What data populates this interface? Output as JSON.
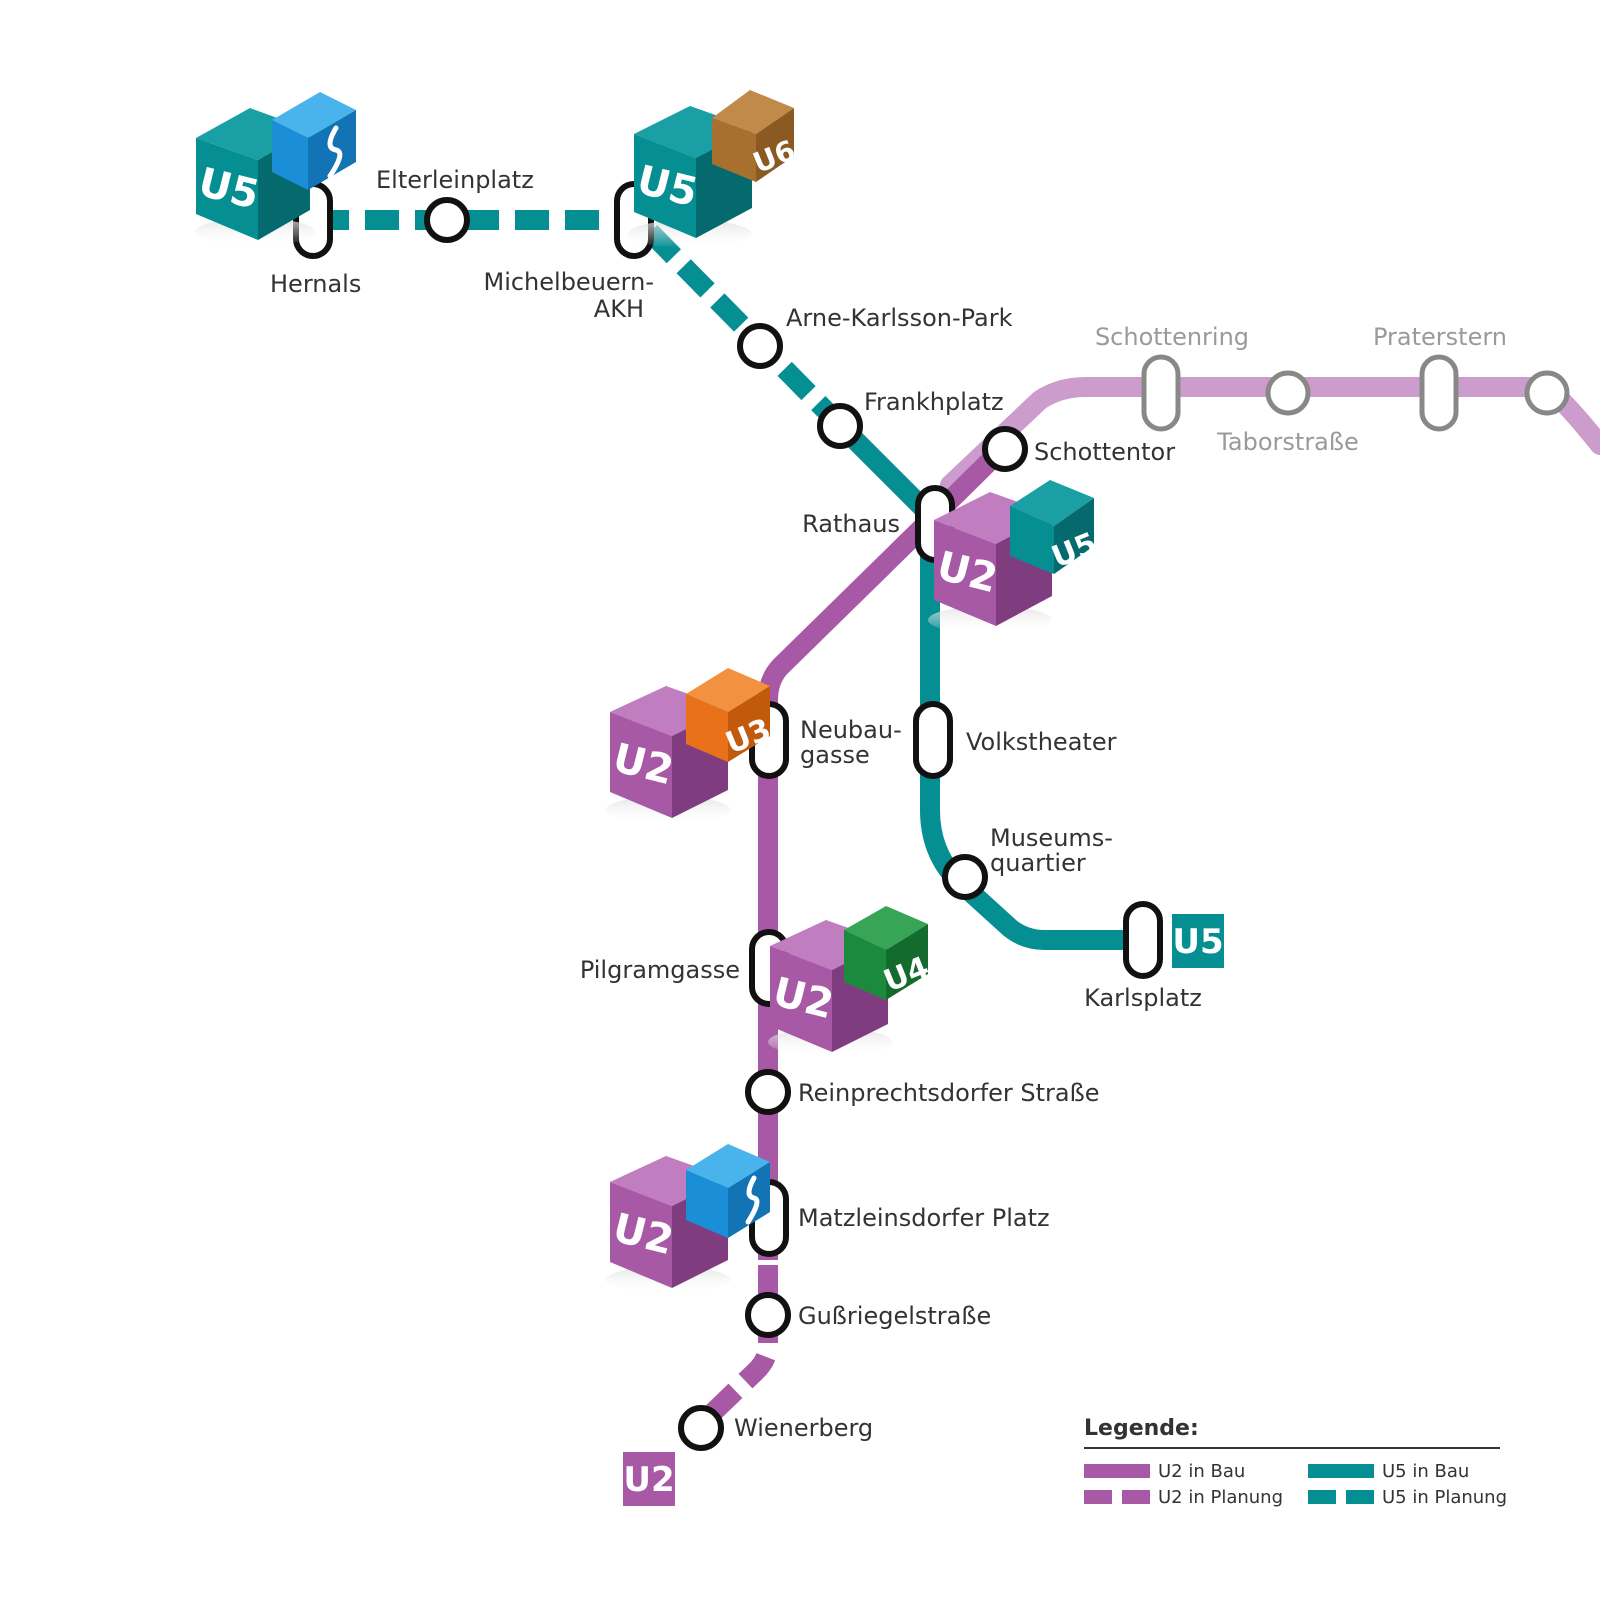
{
  "colors": {
    "u2": "#a759a6",
    "u2_existing": "#cc9ccc",
    "u5": "#068f93",
    "u3": "#e8711a",
    "u4": "#1b8a3c",
    "u6": "#a8702f",
    "sbahn": "#1a8fd8",
    "station_ring": "#111111",
    "existing_ring": "#888888"
  },
  "lines": {
    "u5_badge": "U5",
    "u2_badge": "U2",
    "u3_badge": "U3",
    "u4_badge": "U4",
    "u6_badge": "U6"
  },
  "stations": {
    "hernals": "Hernals",
    "elterleinplatz": "Elterleinplatz",
    "michelbeuern_1": "Michelbeuern-",
    "michelbeuern_2": "AKH",
    "arne_karlsson_park": "Arne-Karlsson-Park",
    "frankhplatz": "Frankhplatz",
    "schottentor": "Schottentor",
    "schottenring": "Schottenring",
    "taborstrasse": "Taborstraße",
    "praterstern": "Praterstern",
    "rathaus": "Rathaus",
    "neubaugasse_1": "Neubau-",
    "neubaugasse_2": "gasse",
    "volkstheater": "Volkstheater",
    "museumsquartier_1": "Museums-",
    "museumsquartier_2": "quartier",
    "karlsplatz": "Karlsplatz",
    "pilgramgasse": "Pilgramgasse",
    "reinprechtsdorfer_strasse": "Reinprechtsdorfer Straße",
    "matzleinsdorfer_platz": "Matzleinsdorfer Platz",
    "gussriegelstrasse": "Gußriegelstraße",
    "wienerberg": "Wienerberg"
  },
  "legend": {
    "title": "Legende:",
    "u2_bau": "U2 in Bau",
    "u2_planung": "U2 in Planung",
    "u5_bau": "U5 in Bau",
    "u5_planung": "U5 in Planung"
  }
}
